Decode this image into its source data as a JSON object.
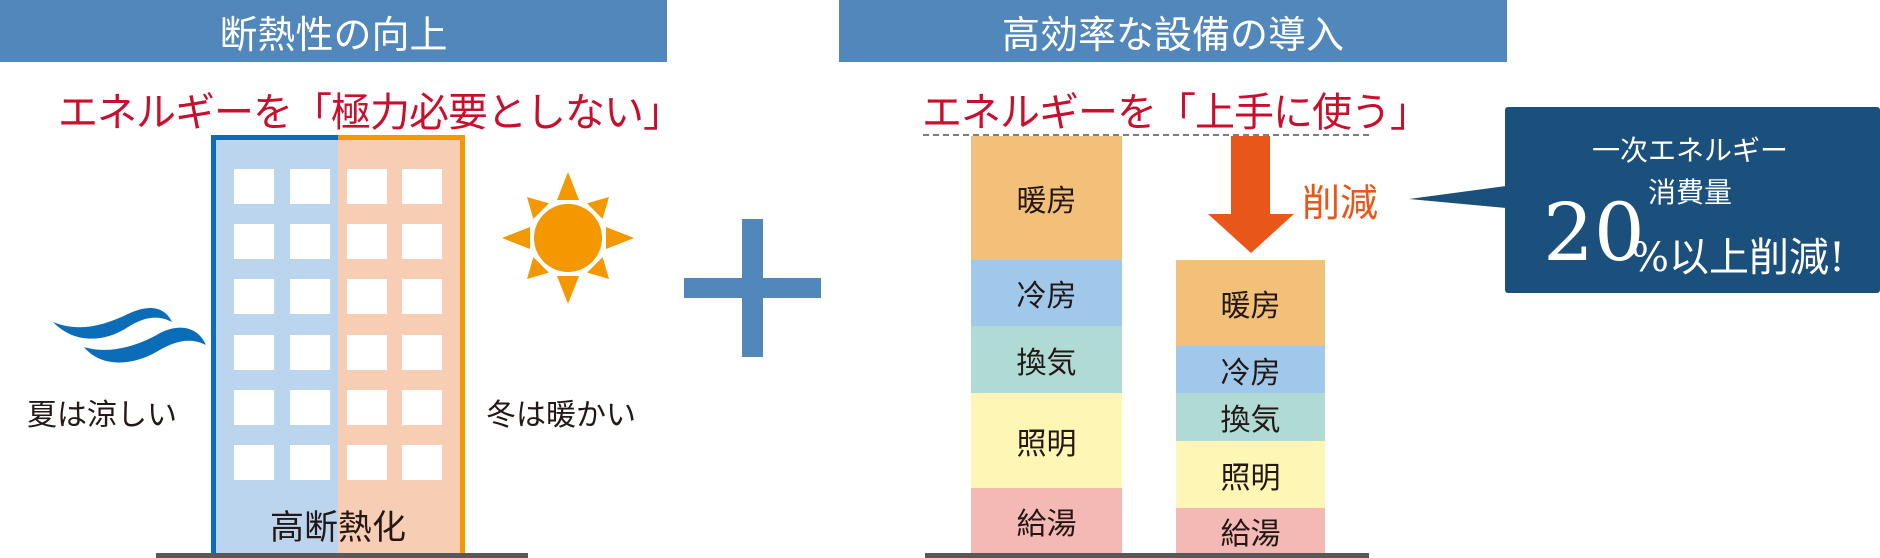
{
  "left": {
    "header": "断熱性の向上",
    "subtitle": "エネルギーを「極力必要としない」",
    "summer_text": "夏は涼しい",
    "winter_text": "冬は暖かい",
    "building_label": "高断熱化",
    "icons": {
      "wind": "wind-icon",
      "sun": "sun-icon"
    }
  },
  "plus_icon": "plus-icon",
  "right": {
    "header": "高効率な設備の導入",
    "subtitle": "エネルギーを「上手に使う」",
    "reduction_label": "削減",
    "before_bar": [
      {
        "label": "暖房",
        "color": "#f3c07a"
      },
      {
        "label": "冷房",
        "color": "#a0c8ea"
      },
      {
        "label": "換気",
        "color": "#b0dad4"
      },
      {
        "label": "照明",
        "color": "#fdf6b4"
      },
      {
        "label": "給湯",
        "color": "#f4b9b4"
      }
    ],
    "after_bar": [
      {
        "label": "暖房",
        "color": "#f3c07a"
      },
      {
        "label": "冷房",
        "color": "#a0c8ea"
      },
      {
        "label": "換気",
        "color": "#b0dad4"
      },
      {
        "label": "照明",
        "color": "#fdf6b4"
      },
      {
        "label": "給湯",
        "color": "#f4b9b4"
      }
    ],
    "callout": {
      "line1": "一次エネルギー",
      "line2": "消費量",
      "number": "20",
      "suffix": "%以上削減!"
    }
  },
  "colors": {
    "header": "#5287bb",
    "accent_red": "#c8102e",
    "arrow": "#e8561a",
    "callout": "#1b4f7c"
  }
}
